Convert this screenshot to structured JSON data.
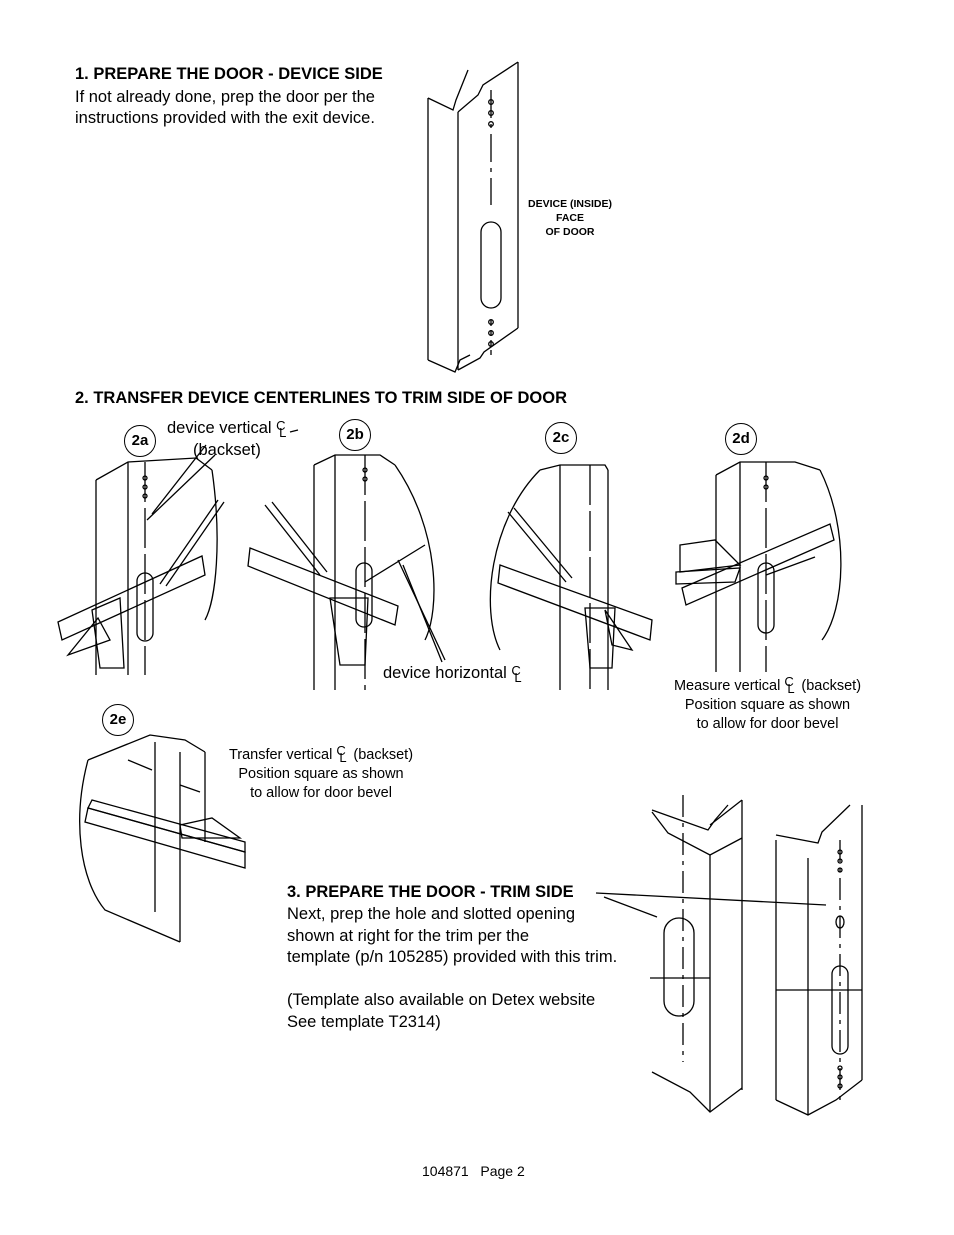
{
  "step1": {
    "heading": "1. PREPARE THE DOOR - DEVICE SIDE",
    "line1": "If not already done, prep the door per the",
    "line2": "instructions provided with the exit device."
  },
  "device_face_label": {
    "line1": "DEVICE (INSIDE)",
    "line2": "FACE",
    "line3": "OF DOOR"
  },
  "step2": {
    "heading": "2. TRANSFER DEVICE CENTERLINES TO TRIM SIDE OF DOOR",
    "badges": [
      "2a",
      "2b",
      "2c",
      "2d",
      "2e"
    ],
    "vertical_label": "device vertical",
    "backset_label": "(backset)",
    "horizontal_label": "device horizontal",
    "caption_2d": {
      "line1a": "Measure vertical",
      "line1b": "(backset)",
      "line2": "Position square as shown",
      "line3": "to allow for door bevel"
    },
    "caption_2e": {
      "line1a": "Transfer vertical",
      "line1b": "(backset)",
      "line2": "Position square as shown",
      "line3": "to allow for door bevel"
    }
  },
  "step3": {
    "heading": "3. PREPARE THE DOOR - TRIM SIDE",
    "line1": "Next, prep the hole and slotted opening",
    "line2": "shown at right for the trim per the",
    "line3": "template (p/n 105285) provided with this trim.",
    "line4": "(Template also available on Detex website",
    "line5": "See template T2314)"
  },
  "footer": {
    "doc_number": "104871",
    "page": "Page  2"
  }
}
